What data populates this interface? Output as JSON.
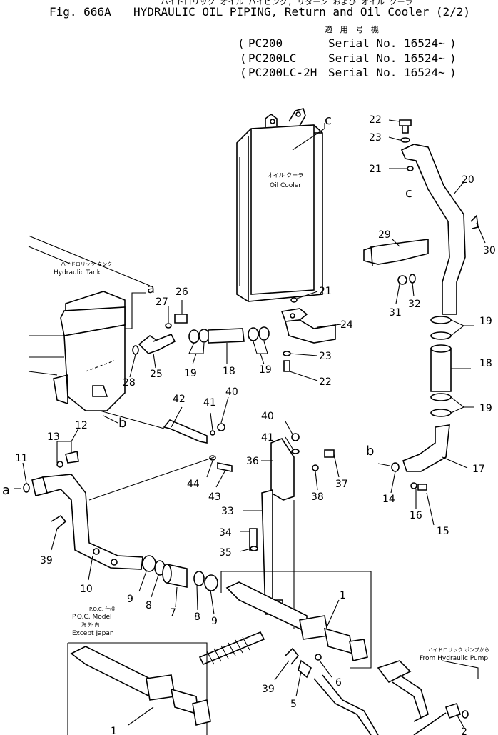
{
  "header": {
    "japanese_title": "ハイドロリック オイル パイピング, リターン および オイル クーラ",
    "fig_number": "Fig. 666A",
    "title": "HYDRAULIC OIL PIPING, Return and Oil Cooler (2/2)",
    "applicability_heading": "適 用 号 機",
    "models": [
      {
        "model": "PC200",
        "serial": "Serial No. 16524~"
      },
      {
        "model": "PC200LC",
        "serial": "Serial No. 16524~"
      },
      {
        "model": "PC200LC-2H",
        "serial": "Serial No. 16524~"
      }
    ]
  },
  "labels": {
    "oil_cooler_jp": "オイル クーラ",
    "oil_cooler_en": "Oil Cooler",
    "hydraulic_tank_jp": "ハイドロリック タンク",
    "hydraulic_tank_en": "Hydraulic Tank",
    "poc_jp": "P.O.C. 仕様",
    "poc_en": "P.O.C. Model",
    "except_jp": "海 外 向",
    "except_en": "Except  Japan",
    "pump_jp": "ハイドロリック ポンプから",
    "pump_en": "From Hydraulic Pump",
    "ref_a": "a",
    "ref_b": "b",
    "ref_c": "c"
  },
  "callouts": [
    {
      "id": "c22a",
      "text": "22"
    },
    {
      "id": "c23a",
      "text": "23"
    },
    {
      "id": "c21a",
      "text": "21"
    },
    {
      "id": "c20",
      "text": "20"
    },
    {
      "id": "c29",
      "text": "29"
    },
    {
      "id": "c30",
      "text": "30"
    },
    {
      "id": "c31",
      "text": "31"
    },
    {
      "id": "c32",
      "text": "32"
    },
    {
      "id": "c19a",
      "text": "19"
    },
    {
      "id": "c18a",
      "text": "18"
    },
    {
      "id": "c19b",
      "text": "19"
    },
    {
      "id": "c17",
      "text": "17"
    },
    {
      "id": "c14",
      "text": "14"
    },
    {
      "id": "c16",
      "text": "16"
    },
    {
      "id": "c15",
      "text": "15"
    },
    {
      "id": "c21b",
      "text": "21"
    },
    {
      "id": "c24",
      "text": "24"
    },
    {
      "id": "c23b",
      "text": "23"
    },
    {
      "id": "c22b",
      "text": "22"
    },
    {
      "id": "c26",
      "text": "26"
    },
    {
      "id": "c27",
      "text": "27"
    },
    {
      "id": "c28",
      "text": "28"
    },
    {
      "id": "c25",
      "text": "25"
    },
    {
      "id": "c19c",
      "text": "19"
    },
    {
      "id": "c18b",
      "text": "18"
    },
    {
      "id": "c19d",
      "text": "19"
    },
    {
      "id": "c42",
      "text": "42"
    },
    {
      "id": "c41a",
      "text": "41"
    },
    {
      "id": "c40a",
      "text": "40"
    },
    {
      "id": "c13",
      "text": "13"
    },
    {
      "id": "c12",
      "text": "12"
    },
    {
      "id": "c11",
      "text": "11"
    },
    {
      "id": "c44",
      "text": "44"
    },
    {
      "id": "c43",
      "text": "43"
    },
    {
      "id": "c40b",
      "text": "40"
    },
    {
      "id": "c41b",
      "text": "41"
    },
    {
      "id": "c36",
      "text": "36"
    },
    {
      "id": "c37",
      "text": "37"
    },
    {
      "id": "c38",
      "text": "38"
    },
    {
      "id": "c33",
      "text": "33"
    },
    {
      "id": "c34",
      "text": "34"
    },
    {
      "id": "c35",
      "text": "35"
    },
    {
      "id": "c39a",
      "text": "39"
    },
    {
      "id": "c10",
      "text": "10"
    },
    {
      "id": "c9a",
      "text": "9"
    },
    {
      "id": "c8a",
      "text": "8"
    },
    {
      "id": "c7",
      "text": "7"
    },
    {
      "id": "c8b",
      "text": "8"
    },
    {
      "id": "c9b",
      "text": "9"
    },
    {
      "id": "c1a",
      "text": "1"
    },
    {
      "id": "c39b",
      "text": "39"
    },
    {
      "id": "c6",
      "text": "6"
    },
    {
      "id": "c5",
      "text": "5"
    },
    {
      "id": "c1b",
      "text": "1"
    },
    {
      "id": "c2",
      "text": "2"
    }
  ]
}
